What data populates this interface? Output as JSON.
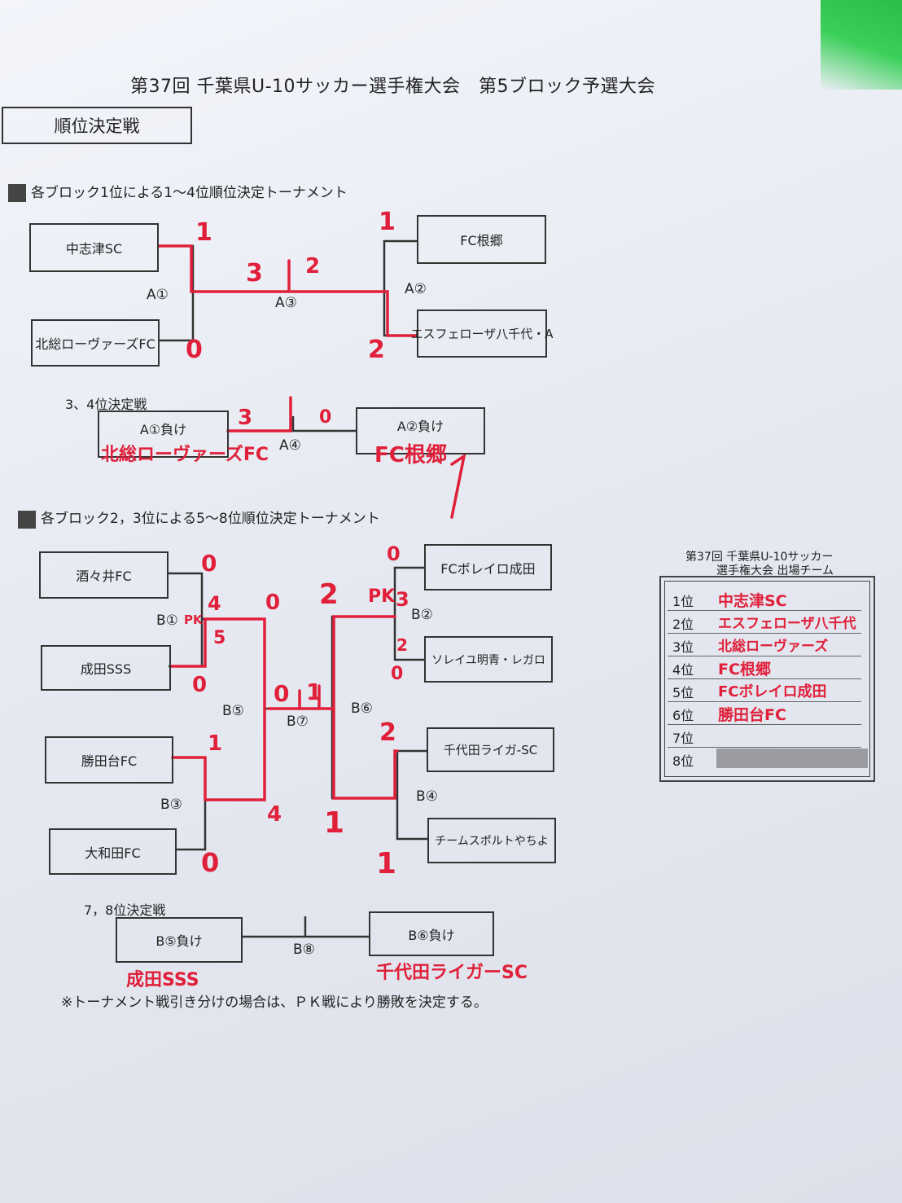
{
  "title": "第37回 千葉県U-10サッカー選手権大会　第5ブロック予選大会",
  "section_title": "順位決定戦",
  "tournament_a": {
    "heading": "各ブロック1位による1～4位順位決定トーナメント",
    "teams": {
      "t1": "中志津SC",
      "t2": "北総ローヴァーズFC",
      "t3": "FC根郷",
      "t4": "エスフェローザ八千代・A"
    },
    "matches": {
      "a1": "A①",
      "a2": "A②",
      "a3": "A③",
      "a4": "A④"
    },
    "third_place": {
      "label": "3、4位決定戦",
      "left": "A①負け",
      "right": "A②負け",
      "left_hand": "北総ローヴァーズFC",
      "right_hand": "FC根郷"
    },
    "scores": {
      "a1_top": "1",
      "a1_bottom": "0",
      "a2_top": "1",
      "a2_bottom": "2",
      "a3_left": "3",
      "a3_right": "2",
      "a4_left": "3",
      "a4_right": "0"
    }
  },
  "tournament_b": {
    "heading": "各ブロック2，3位による5～8位順位決定トーナメント",
    "teams": {
      "t1": "酒々井FC",
      "t2": "成田SSS",
      "t3": "勝田台FC",
      "t4": "大和田FC",
      "t5": "FCボレイロ成田",
      "t6": "ソレイユ明青・レガロ",
      "t7": "千代田ライガ-SC",
      "t8": "チームスポルトやちよ"
    },
    "matches": {
      "b1": "B①",
      "b2": "B②",
      "b3": "B③",
      "b4": "B④",
      "b5": "B⑤",
      "b6": "B⑥",
      "b7": "B⑦",
      "b8": "B⑧"
    },
    "seventh_place": {
      "label": "7，8位決定戦",
      "left": "B⑤負け",
      "right": "B⑥負け",
      "left_hand": "成田SSS",
      "right_hand": "千代田ライガーSC"
    },
    "scores": {
      "b1_top": "0",
      "b1_pk_top": "4",
      "b1_pk": "PK",
      "b1_pk_bottom": "5",
      "b1_bottom": "0",
      "b2_top": "0",
      "b2_pk": "PK",
      "b2_pk_top": "3",
      "b2_pk_bottom": "2",
      "b2_bottom": "0",
      "b3_top": "1",
      "b3_bottom": "0",
      "b4_top": "2",
      "b4_bottom": "1",
      "b5_top": "0",
      "b5_bottom": "4",
      "b6_top": "2",
      "b6_bottom": "1",
      "b7_left": "0",
      "b7_right": "1"
    }
  },
  "footnote": "※トーナメント戦引き分けの場合は、ＰＫ戦により勝敗を決定する。",
  "ranking": {
    "title_line1": "第37回 千葉県U-10サッカー",
    "title_line2": "選手権大会 出場チーム",
    "rows": [
      {
        "pos": "1位",
        "team": "中志津SC"
      },
      {
        "pos": "2位",
        "team": "エスフェローザ八千代"
      },
      {
        "pos": "3位",
        "team": "北総ローヴァーズ"
      },
      {
        "pos": "4位",
        "team": "FC根郷"
      },
      {
        "pos": "5位",
        "team": "FCボレイロ成田"
      },
      {
        "pos": "6位",
        "team": "勝田台FC"
      },
      {
        "pos": "7位",
        "team": ""
      },
      {
        "pos": "8位",
        "team": ""
      }
    ]
  },
  "colors": {
    "paper": "#eef0f7",
    "ink": "#222222",
    "handwriting": "#e0203a",
    "corner": "#3bd05a"
  }
}
